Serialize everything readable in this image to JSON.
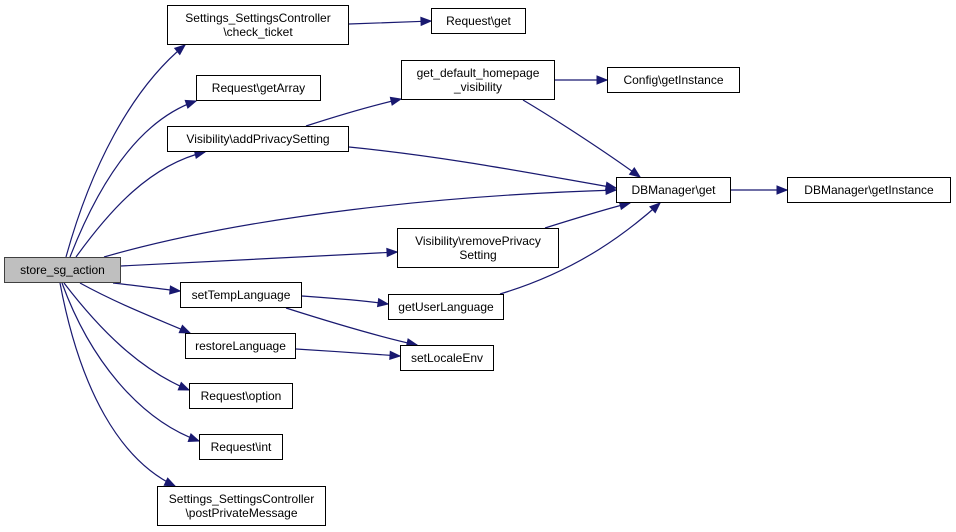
{
  "graph": {
    "type": "call-graph",
    "edge_color": "#191970",
    "root_fill": "#bfbfbf",
    "nodes": [
      {
        "id": "store_sg_action",
        "lines": [
          "store_sg_action"
        ],
        "root": true
      },
      {
        "id": "check_ticket",
        "lines": [
          "Settings_SettingsController",
          "\\check_ticket"
        ]
      },
      {
        "id": "request_get",
        "lines": [
          "Request\\get"
        ]
      },
      {
        "id": "request_getarray",
        "lines": [
          "Request\\getArray"
        ]
      },
      {
        "id": "get_default_homepage_visibility",
        "lines": [
          "get_default_homepage",
          "_visibility"
        ]
      },
      {
        "id": "config_getinstance",
        "lines": [
          "Config\\getInstance"
        ]
      },
      {
        "id": "add_privacy_setting",
        "lines": [
          "Visibility\\addPrivacySetting"
        ]
      },
      {
        "id": "dbmanager_get",
        "lines": [
          "DBManager\\get"
        ]
      },
      {
        "id": "dbmanager_getinstance",
        "lines": [
          "DBManager\\getInstance"
        ]
      },
      {
        "id": "remove_privacy_setting",
        "lines": [
          "Visibility\\removePrivacy",
          "Setting"
        ]
      },
      {
        "id": "set_temp_language",
        "lines": [
          "setTempLanguage"
        ]
      },
      {
        "id": "get_user_language",
        "lines": [
          "getUserLanguage"
        ]
      },
      {
        "id": "restore_language",
        "lines": [
          "restoreLanguage"
        ]
      },
      {
        "id": "set_locale_env",
        "lines": [
          "setLocaleEnv"
        ]
      },
      {
        "id": "request_option",
        "lines": [
          "Request\\option"
        ]
      },
      {
        "id": "request_int",
        "lines": [
          "Request\\int"
        ]
      },
      {
        "id": "post_private_message",
        "lines": [
          "Settings_SettingsController",
          "\\postPrivateMessage"
        ]
      }
    ],
    "edges": [
      {
        "from": "store_sg_action",
        "to": "check_ticket"
      },
      {
        "from": "store_sg_action",
        "to": "request_getarray"
      },
      {
        "from": "store_sg_action",
        "to": "add_privacy_setting"
      },
      {
        "from": "store_sg_action",
        "to": "dbmanager_get"
      },
      {
        "from": "store_sg_action",
        "to": "remove_privacy_setting"
      },
      {
        "from": "store_sg_action",
        "to": "set_temp_language"
      },
      {
        "from": "store_sg_action",
        "to": "restore_language"
      },
      {
        "from": "store_sg_action",
        "to": "request_option"
      },
      {
        "from": "store_sg_action",
        "to": "request_int"
      },
      {
        "from": "store_sg_action",
        "to": "post_private_message"
      },
      {
        "from": "check_ticket",
        "to": "request_get"
      },
      {
        "from": "add_privacy_setting",
        "to": "get_default_homepage_visibility"
      },
      {
        "from": "add_privacy_setting",
        "to": "dbmanager_get"
      },
      {
        "from": "get_default_homepage_visibility",
        "to": "config_getinstance"
      },
      {
        "from": "get_default_homepage_visibility",
        "to": "dbmanager_get"
      },
      {
        "from": "remove_privacy_setting",
        "to": "dbmanager_get"
      },
      {
        "from": "get_user_language",
        "to": "dbmanager_get"
      },
      {
        "from": "dbmanager_get",
        "to": "dbmanager_getinstance"
      },
      {
        "from": "set_temp_language",
        "to": "get_user_language"
      },
      {
        "from": "set_temp_language",
        "to": "set_locale_env"
      },
      {
        "from": "restore_language",
        "to": "set_locale_env"
      }
    ]
  }
}
